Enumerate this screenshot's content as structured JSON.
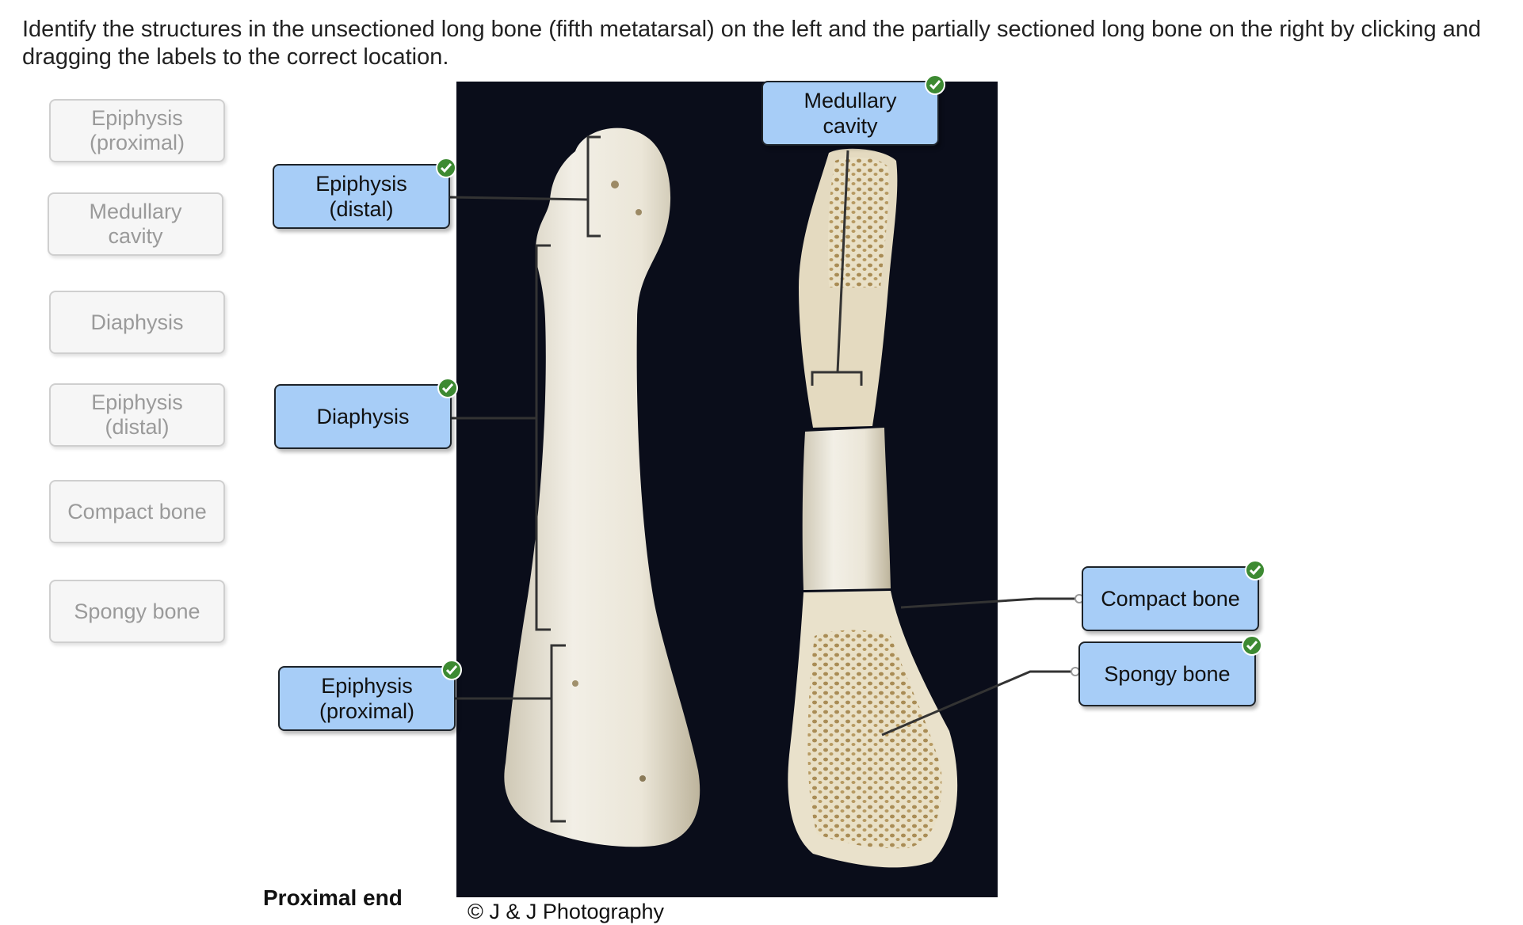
{
  "instructions": "Identify the structures in the unsectioned long bone (fifth metatarsal) on the left and the partially sectioned long bone on the right by clicking and dragging the labels to the correct location.",
  "label_bank": [
    {
      "line1": "Epiphysis",
      "line2": "(proximal)"
    },
    {
      "line1": "Medullary",
      "line2": "cavity"
    },
    {
      "line1": "Diaphysis",
      "line2": ""
    },
    {
      "line1": "Epiphysis",
      "line2": "(distal)"
    },
    {
      "line1": "Compact bone",
      "line2": ""
    },
    {
      "line1": "Spongy bone",
      "line2": ""
    }
  ],
  "placed_labels": {
    "medullary_cavity": {
      "line1": "Medullary",
      "line2": "cavity",
      "status": "correct"
    },
    "epiphysis_distal": {
      "line1": "Epiphysis",
      "line2": "(distal)",
      "status": "correct"
    },
    "diaphysis": {
      "line1": "Diaphysis",
      "line2": "",
      "status": "correct"
    },
    "epiphysis_proximal": {
      "line1": "Epiphysis",
      "line2": "(proximal)",
      "status": "correct"
    },
    "compact_bone": {
      "line1": "Compact bone",
      "line2": "",
      "status": "correct"
    },
    "spongy_bone": {
      "line1": "Spongy bone",
      "line2": "",
      "status": "correct"
    }
  },
  "proximal_end": "Proximal end",
  "copyright": "© J & J Photography",
  "colors": {
    "placed_label_bg": "#a7cdf7",
    "check_green": "#3d8a32",
    "photo_bg": "#0a0d1a",
    "bone": "#ece8dc"
  }
}
